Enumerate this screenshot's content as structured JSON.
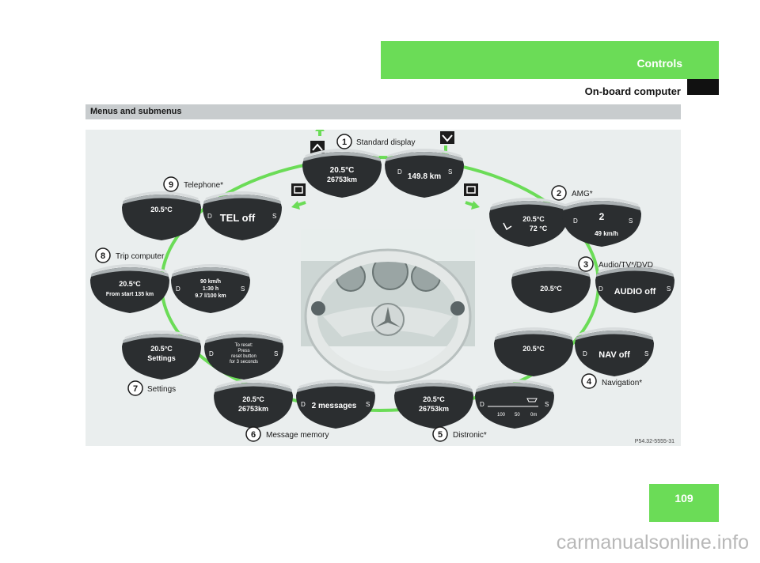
{
  "header": {
    "section": "Controls",
    "subsection": "On-board computer"
  },
  "section_title": "Menus and submenus",
  "figure": {
    "labels": [
      {
        "num": "1",
        "text": "Standard display"
      },
      {
        "num": "2",
        "text": "AMG*"
      },
      {
        "num": "3",
        "text": "Audio/TV*/DVD"
      },
      {
        "num": "4",
        "text": "Navigation*"
      },
      {
        "num": "5",
        "text": "Distronic*"
      },
      {
        "num": "6",
        "text": "Message memory"
      },
      {
        "num": "7",
        "text": "Settings"
      },
      {
        "num": "8",
        "text": "Trip computer"
      },
      {
        "num": "9",
        "text": "Telephone*"
      }
    ],
    "displays": {
      "std_left": [
        "20.5°C",
        "26753km"
      ],
      "std_right": "149.8 km",
      "amg_left": [
        "20.5°C",
        "72 °C"
      ],
      "amg_right": [
        "2",
        "49 km/h"
      ],
      "audio_left": "20.5°C",
      "audio_right": "AUDIO off",
      "nav_left": "20.5°C",
      "nav_right": "NAV off",
      "dist_left": [
        "20.5°C",
        "26753km"
      ],
      "dist_ticks": [
        "100",
        "50",
        "0m"
      ],
      "msg_left": [
        "20.5°C",
        "26753km"
      ],
      "msg_right": "2 messages",
      "set_left": [
        "20.5°C",
        "Settings"
      ],
      "set_right": [
        "To reset:",
        "Press",
        "reset button",
        "for 3 seconds"
      ],
      "trip_left": [
        "20.5°C",
        "From start 135 km"
      ],
      "trip_right": [
        "90 km/h",
        "1:30 h",
        "9.7 l/100 km"
      ],
      "tel_left": "20.5°C",
      "tel_right": "TEL off",
      "d": "D",
      "s": "S"
    },
    "image_code": "P54.32-5555-31"
  },
  "page_number": "109",
  "watermark": "carmanualsonline.info"
}
